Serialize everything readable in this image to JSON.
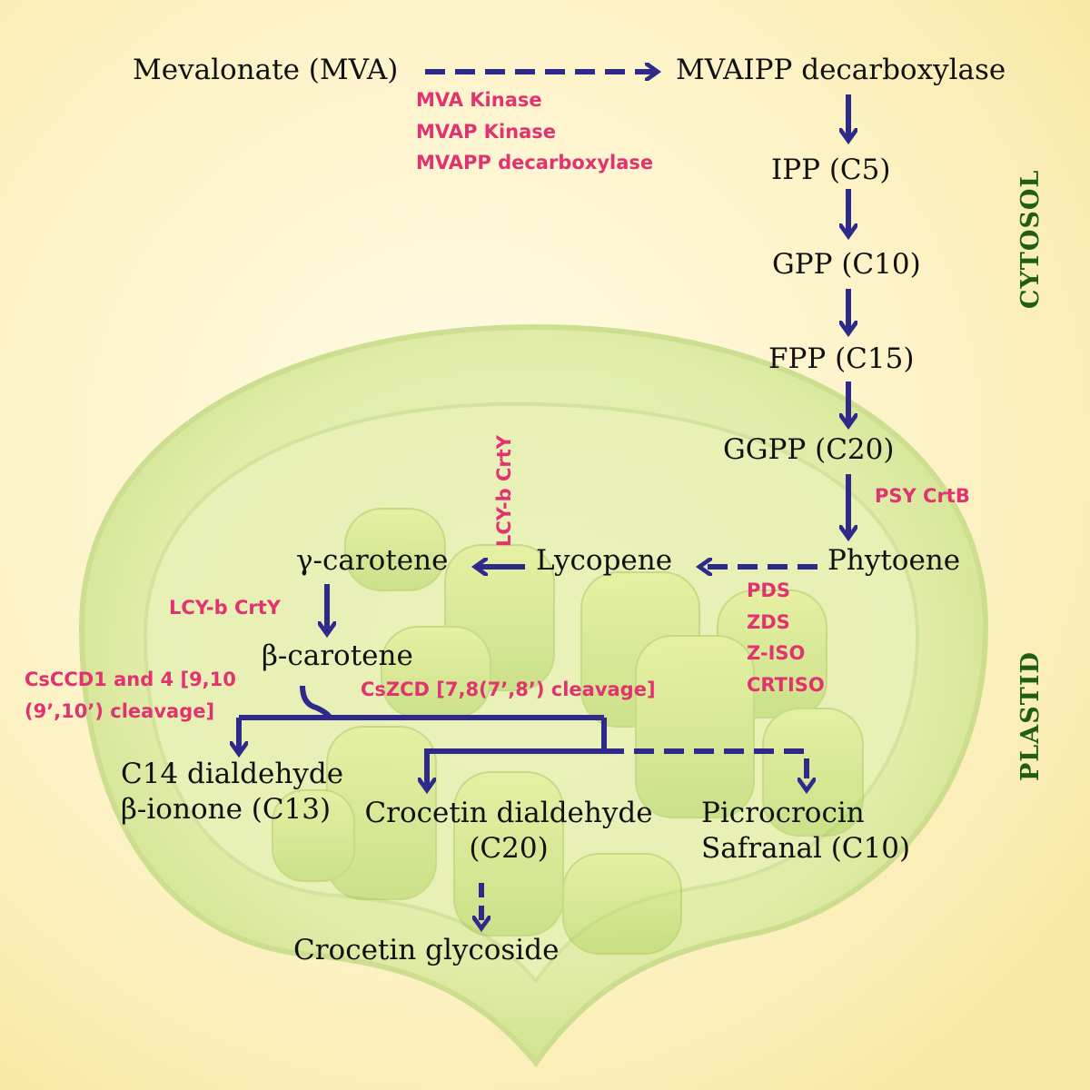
{
  "colors": {
    "arrow": "#2e2a8c",
    "enzyme": "#e0336f",
    "compartment": "#1f5e14",
    "text": "#111111",
    "background": "#fdf3c8",
    "plastid_green": "#bfd96a"
  },
  "nodes": {
    "mva": "Mevalonate (MVA)",
    "mvaipp": "MVAIPP decarboxylase",
    "ipp": "IPP (C5)",
    "gpp": "GPP (C10)",
    "fpp": "FPP (C15)",
    "ggpp": "GGPP (C20)",
    "phytoene": "Phytoene",
    "lycopene": "Lycopene",
    "gamma_carotene": "γ-carotene",
    "beta_carotene": "β-carotene",
    "c14_line1": "C14 dialdehyde",
    "c14_line2": "β-ionone (C13)",
    "crocetin_line1": "Crocetin dialdehyde",
    "crocetin_line2": "(C20)",
    "picro_line1": "Picrocrocin",
    "picro_line2": "Safranal (C10)",
    "glycoside": "Crocetin glycoside"
  },
  "enzymes": {
    "mva_step": [
      "MVA Kinase",
      "MVAP Kinase",
      "MVAPP decarboxylase"
    ],
    "psy": "PSY CrtB",
    "desaturation": [
      "PDS",
      "ZDS",
      "Z-ISO",
      "CRTISO"
    ],
    "lcy_vertical": "LCY-b CrtY",
    "lcy_horizontal": "LCY-b CrtY",
    "csccd": [
      "CsCCD1 and 4 [9,10",
      "(9’,10’) cleavage]"
    ],
    "cszcd": "CsZCD [7,8(7’,8’) cleavage]"
  },
  "compartments": {
    "cytosol": "CYTOSOL",
    "plastid": "PLASTID"
  }
}
